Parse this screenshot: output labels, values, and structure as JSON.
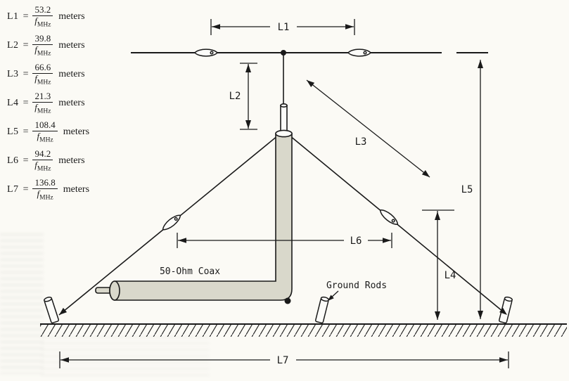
{
  "formulas": [
    {
      "label": "L1",
      "eq": "=",
      "numerator": "53.2",
      "den_base": "f",
      "den_sub": "MHz",
      "unit": "meters"
    },
    {
      "label": "L2",
      "eq": "=",
      "numerator": "39.8",
      "den_base": "f",
      "den_sub": "MHz",
      "unit": "meters"
    },
    {
      "label": "L3",
      "eq": "=",
      "numerator": "66.6",
      "den_base": "f",
      "den_sub": "MHz",
      "unit": "meters"
    },
    {
      "label": "L4",
      "eq": "=",
      "numerator": "21.3",
      "den_base": "f",
      "den_sub": "MHz",
      "unit": "meters"
    },
    {
      "label": "L5",
      "eq": "=",
      "numerator": "108.4",
      "den_base": "f",
      "den_sub": "MHz",
      "unit": "meters"
    },
    {
      "label": "L6",
      "eq": "=",
      "numerator": "94.2",
      "den_base": "f",
      "den_sub": "MHz",
      "unit": "meters"
    },
    {
      "label": "L7",
      "eq": "=",
      "numerator": "136.8",
      "den_base": "f",
      "den_sub": "MHz",
      "unit": "meters"
    }
  ],
  "diagram": {
    "dim_labels": {
      "l1": "L1",
      "l2": "L2",
      "l3": "L3",
      "l4": "L4",
      "l5": "L5",
      "l6": "L6",
      "l7": "L7"
    },
    "coax_label": "50-Ohm Coax",
    "ground_rods_label": "Ground Rods"
  },
  "colors": {
    "ink": "#1a1a1a",
    "coax_fill": "#d9d8cb",
    "paper": "#fbfaf5"
  }
}
